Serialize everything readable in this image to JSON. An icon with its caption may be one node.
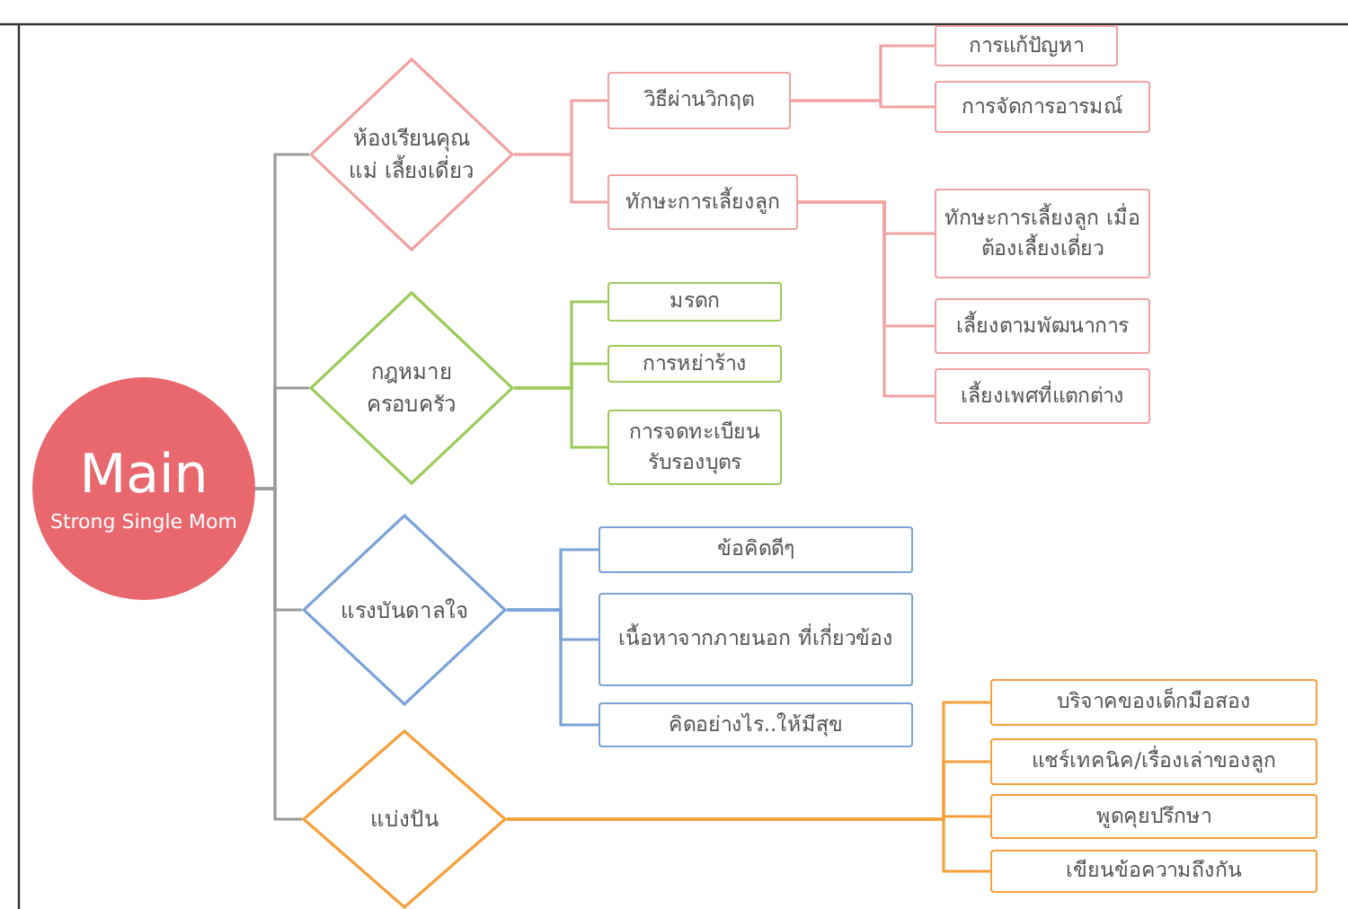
{
  "diagram": {
    "nodes": [
      {
        "text": [
          "Main",
          "Strong Single Mom"
        ]
      },
      {
        "text": [
          "ห้องเรียนคุณแม่ เลี้ยงเดี่ยว"
        ]
      },
      {
        "text": [
          "วิธีผ่านวิกฤต"
        ]
      },
      {
        "text": [
          "ทักษะการเลี้ยงลูก"
        ]
      },
      {
        "text": [
          "การแก้ปัญหา"
        ]
      },
      {
        "text": [
          "การจัดการอารมณ์"
        ]
      },
      {
        "text": [
          "ทักษะการเลี้ยงลูก เมื่อต้องเลี้ยงเดี่ยว"
        ]
      },
      {
        "text": [
          "เลี้ยงตามพัฒนาการ"
        ]
      },
      {
        "text": [
          "เลี้ยงเพศที่แตกต่าง"
        ]
      },
      {
        "text": [
          "กฎหมาย ครอบครัว"
        ]
      },
      {
        "text": [
          "มรดก"
        ]
      },
      {
        "text": [
          "การหย่าร้าง"
        ]
      },
      {
        "text": [
          "การจดทะเบียน รับรองบุตร"
        ]
      },
      {
        "text": [
          "แรงบันดาลใจ"
        ]
      },
      {
        "text": [
          "ข้อคิดดีๆ"
        ]
      },
      {
        "text": [
          "เนื้อหาจากภายนอก ที่เกี่ยวข้อง"
        ]
      },
      {
        "text": [
          "คิดอย่างไร..ให้มีสุข"
        ]
      },
      {
        "text": [
          "แบ่งปัน"
        ]
      },
      {
        "text": [
          "บริจาคของเด็กมือสอง"
        ]
      },
      {
        "text": [
          "แชร์เทคนิค/เรื่องเล่าของลูก"
        ]
      },
      {
        "text": [
          "พูดคุยปรึกษา"
        ]
      },
      {
        "text": [
          "เขียนข้อความถึงกัน"
        ]
      }
    ],
    "edges": [
      {
        "from": 0,
        "to": 1,
        "arrow": "none",
        "color": "#9a9a9a"
      },
      {
        "from": 0,
        "to": 9,
        "arrow": "none",
        "color": "#9a9a9a"
      },
      {
        "from": 0,
        "to": 13,
        "arrow": "none",
        "color": "#9a9a9a"
      },
      {
        "from": 0,
        "to": 17,
        "arrow": "none",
        "color": "#9a9a9a"
      },
      {
        "from": 1,
        "to": 2,
        "arrow": "none"
      },
      {
        "from": 1,
        "to": 3,
        "arrow": "none"
      },
      {
        "from": 2,
        "to": 4,
        "arrow": "none"
      },
      {
        "from": 2,
        "to": 5,
        "arrow": "none"
      },
      {
        "from": 3,
        "to": 6,
        "arrow": "none"
      },
      {
        "from": 3,
        "to": 7,
        "arrow": "none"
      },
      {
        "from": 3,
        "to": 8,
        "arrow": "none"
      },
      {
        "from": 9,
        "to": 10,
        "arrow": "none",
        "color": "#9ccb5c"
      },
      {
        "from": 9,
        "to": 11,
        "arrow": "none",
        "color": "#9ccb5c"
      },
      {
        "from": 9,
        "to": 12,
        "arrow": "none",
        "color": "#9ccb5c"
      },
      {
        "from": 13,
        "to": 14,
        "arrow": "none",
        "color": "#7ba3d6"
      },
      {
        "from": 13,
        "to": 15,
        "arrow": "none",
        "color": "#7ba3d6"
      },
      {
        "from": 13,
        "to": 16,
        "arrow": "none",
        "color": "#7ba3d6"
      },
      {
        "from": 17,
        "to": 18,
        "arrow": "none",
        "color": "#f5a03c"
      },
      {
        "from": 17,
        "to": 19,
        "arrow": "none",
        "color": "#f5a03c"
      },
      {
        "from": 17,
        "to": 20,
        "arrow": "none",
        "color": "#f5a03c"
      },
      {
        "from": 17,
        "to": 21,
        "arrow": "none",
        "color": "#f5a03c"
      }
    ]
  }
}
